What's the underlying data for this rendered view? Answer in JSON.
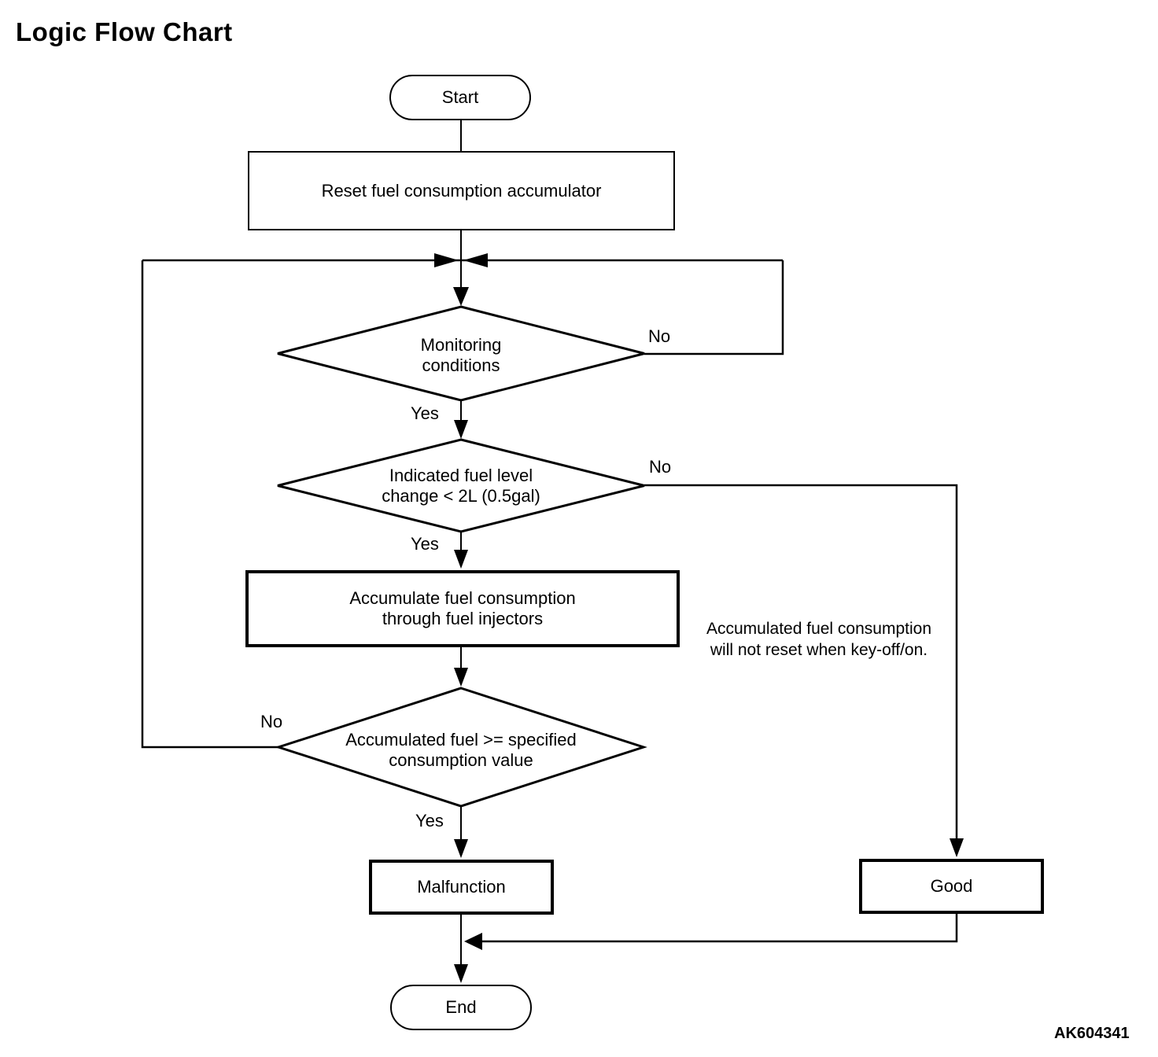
{
  "title": "Logic Flow Chart",
  "figure_code": "AK604341",
  "colors": {
    "ink": "#000000",
    "paper": "#ffffff"
  },
  "nodes": {
    "start": {
      "label": "Start"
    },
    "reset": {
      "label": "Reset fuel consumption accumulator"
    },
    "monitoring": {
      "line1": "Monitoring",
      "line2": "conditions"
    },
    "fuel_level": {
      "line1": "Indicated fuel level",
      "line2": "change < 2L (0.5gal)"
    },
    "accumulate": {
      "line1": "Accumulate fuel consumption",
      "line2": "through fuel injectors"
    },
    "accumulated": {
      "line1": "Accumulated fuel >= specified",
      "line2": "consumption value"
    },
    "malfunction": {
      "label": "Malfunction"
    },
    "good": {
      "label": "Good"
    },
    "end": {
      "label": "End"
    }
  },
  "note": {
    "line1": "Accumulated fuel consumption",
    "line2": "will not reset when key-off/on."
  },
  "edge_labels": {
    "monitoring_no": "No",
    "monitoring_yes": "Yes",
    "fuel_level_no": "No",
    "fuel_level_yes": "Yes",
    "accumulated_no": "No",
    "accumulated_yes": "Yes"
  }
}
